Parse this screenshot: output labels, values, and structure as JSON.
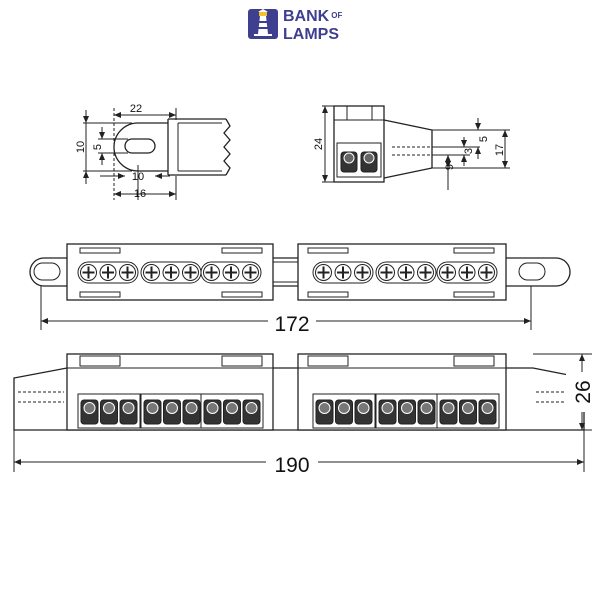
{
  "brand": {
    "name_line1": "BANK",
    "name_of": "OF",
    "name_line2": "LAMPS",
    "color": "#3f3f8f"
  },
  "dimensions": {
    "side_width_22": "22",
    "side_height_10": "10",
    "side_slot_5": "5",
    "side_slot_10": "10",
    "side_width_16": "16",
    "end_height_24": "24",
    "end_5": "5",
    "end_3": "3",
    "end_9": "9",
    "end_17": "17",
    "top_length": "172",
    "front_height": "26",
    "total_length": "190"
  },
  "colors": {
    "line": "#222222",
    "terminal_dark": "#333333"
  }
}
